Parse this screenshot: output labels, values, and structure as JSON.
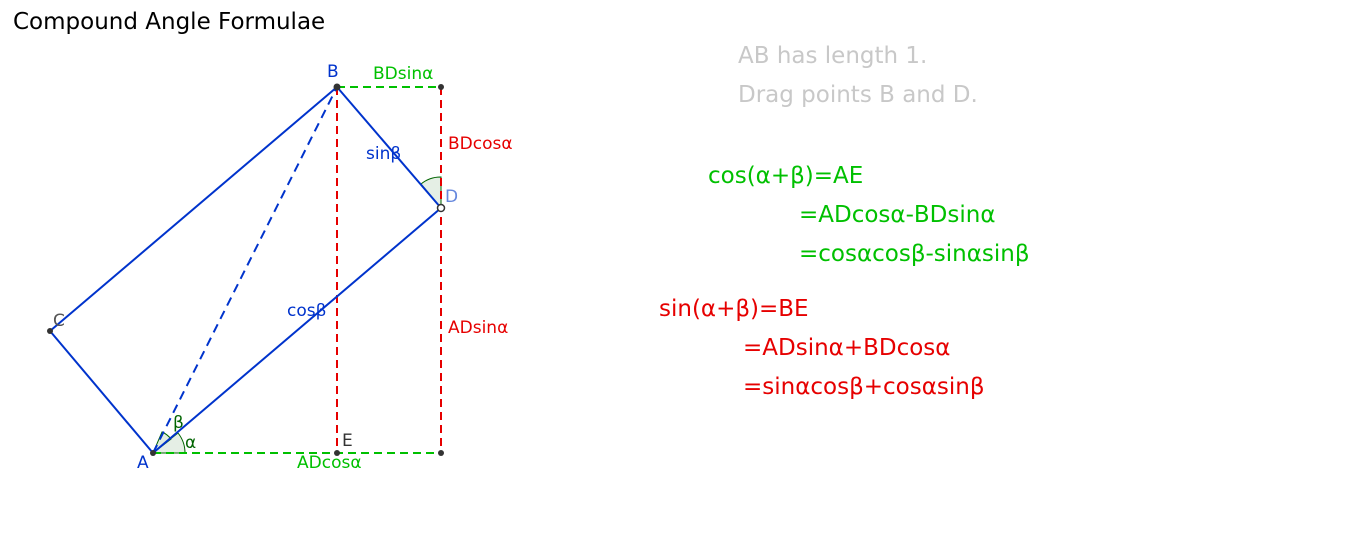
{
  "title": "Compound Angle Formulae",
  "instructions": {
    "line1": "AB has length 1.",
    "line2": "Drag points B and D."
  },
  "cos_formula": {
    "line1": "cos(α+β)=AE",
    "line2": "=ADcosα-BDsinα",
    "line3": "=cosαcosβ-sinαsinβ"
  },
  "sin_formula": {
    "line1": "sin(α+β)=BE",
    "line2": "=ADsinα+BDcosα",
    "line3": "=sinαcosβ+cosαsinβ"
  },
  "points": {
    "A": "A",
    "B": "B",
    "C": "C",
    "D": "D",
    "E": "E"
  },
  "segment_labels": {
    "BDsina": "BDsinα",
    "BDcosa": "BDcosα",
    "sinb": "sinβ",
    "cosb": "cosβ",
    "ADsina": "ADsinα",
    "ADcosa": "ADcosα"
  },
  "angle_labels": {
    "alpha": "α",
    "beta": "β"
  },
  "colors": {
    "blue": "#0033cc",
    "green": "#00c000",
    "red": "#e60000",
    "gray": "#c8c8c8",
    "point": "#333333",
    "angle_fill": "#006400"
  }
}
